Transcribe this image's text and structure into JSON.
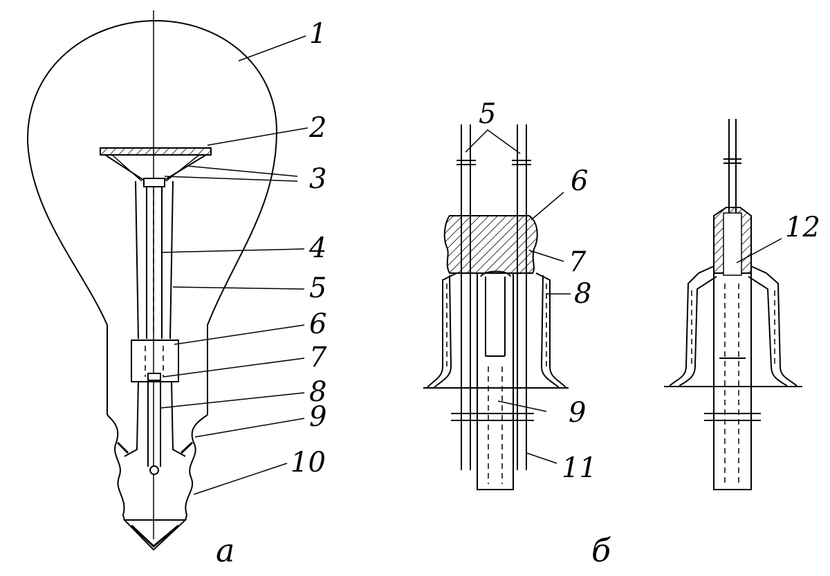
{
  "labels_a": [
    "1",
    "2",
    "3",
    "4",
    "5",
    "6",
    "7",
    "8",
    "9",
    "10"
  ],
  "labels_b": [
    "5",
    "6",
    "7",
    "8",
    "9",
    "11",
    "12"
  ],
  "panel_a": "а",
  "panel_b": "б",
  "colors": {
    "line": "#000000",
    "background": "#ffffff"
  }
}
